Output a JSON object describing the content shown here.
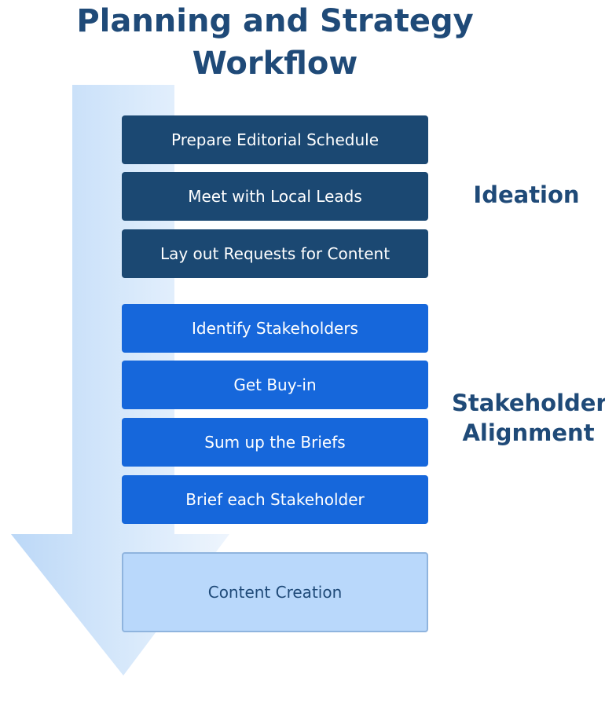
{
  "title": "Planning and Strategy Workflow",
  "phases": {
    "ideation": {
      "label": "Ideation",
      "steps": [
        "Prepare Editorial Schedule",
        "Meet with Local Leads",
        "Lay out Requests for Content"
      ]
    },
    "stakeholder_alignment": {
      "label_line1": "Stakeholder",
      "label_line2": "Alignment",
      "steps": [
        "Identify Stakeholders",
        "Get Buy-in",
        "Sum up the Briefs",
        "Brief each Stakeholder"
      ]
    }
  },
  "final_step": "Content Creation",
  "colors": {
    "title": "#1f4a78",
    "ideation_box": "#1b4872",
    "stakeholder_box": "#1667db",
    "final_box": "#b9d8fb",
    "arrow": "#cfe3fa"
  }
}
